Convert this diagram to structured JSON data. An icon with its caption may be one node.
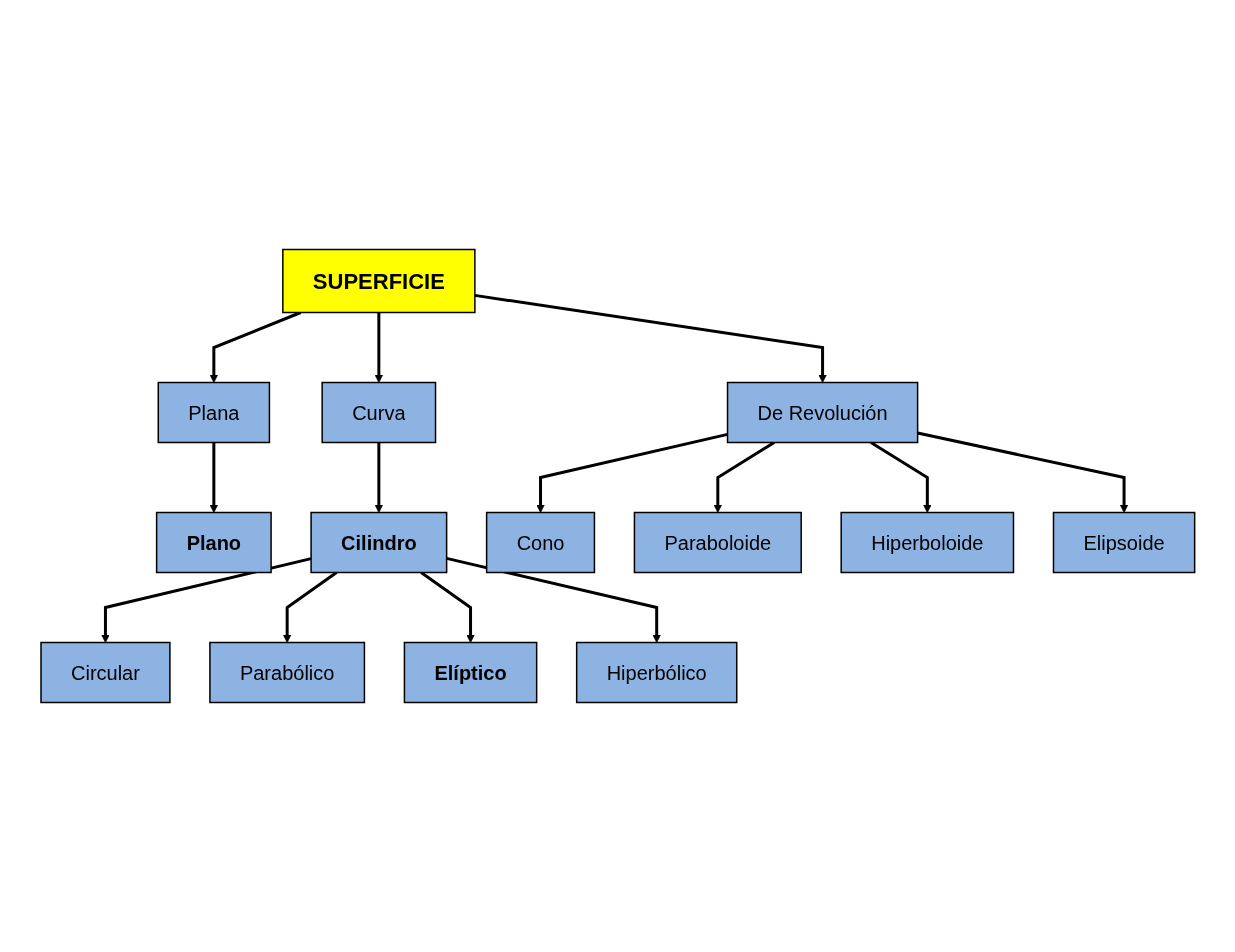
{
  "diagram": {
    "nodes": [
      {
        "text": [
          "SUPERFICIE"
        ]
      },
      {
        "text": [
          "Plana"
        ]
      },
      {
        "text": [
          "Curva"
        ]
      },
      {
        "text": [
          "De Revolución"
        ]
      },
      {
        "text": [
          "Plano"
        ]
      },
      {
        "text": [
          "Cilindro"
        ]
      },
      {
        "text": [
          "Cono"
        ]
      },
      {
        "text": [
          "Paraboloide"
        ]
      },
      {
        "text": [
          "Circular"
        ]
      },
      {
        "text": [
          "Parabólico"
        ]
      },
      {
        "text": [
          "Hiperbólico"
        ]
      },
      {
        "text": [
          "Hiperboloide"
        ]
      },
      {
        "text": [
          "Elipsoide"
        ]
      },
      {
        "text": [
          "Elíptico"
        ]
      }
    ],
    "edges": [
      {
        "from": 0,
        "to": 1,
        "arrow": "to"
      },
      {
        "from": 0,
        "to": 2,
        "arrow": "to"
      },
      {
        "from": 0,
        "to": 3,
        "arrow": "to"
      },
      {
        "from": 1,
        "to": 4,
        "arrow": "to"
      },
      {
        "from": 2,
        "to": 5,
        "arrow": "to"
      },
      {
        "from": 3,
        "to": 6,
        "arrow": "to"
      },
      {
        "from": 3,
        "to": 7,
        "arrow": "to"
      },
      {
        "from": 3,
        "to": 11,
        "arrow": "to"
      },
      {
        "from": 3,
        "to": 12,
        "arrow": "to"
      },
      {
        "from": 5,
        "to": 8,
        "arrow": "to"
      },
      {
        "from": 5,
        "to": 9,
        "arrow": "to"
      },
      {
        "from": 5,
        "to": 13,
        "arrow": "to"
      },
      {
        "from": 5,
        "to": 10,
        "arrow": "to"
      }
    ]
  }
}
